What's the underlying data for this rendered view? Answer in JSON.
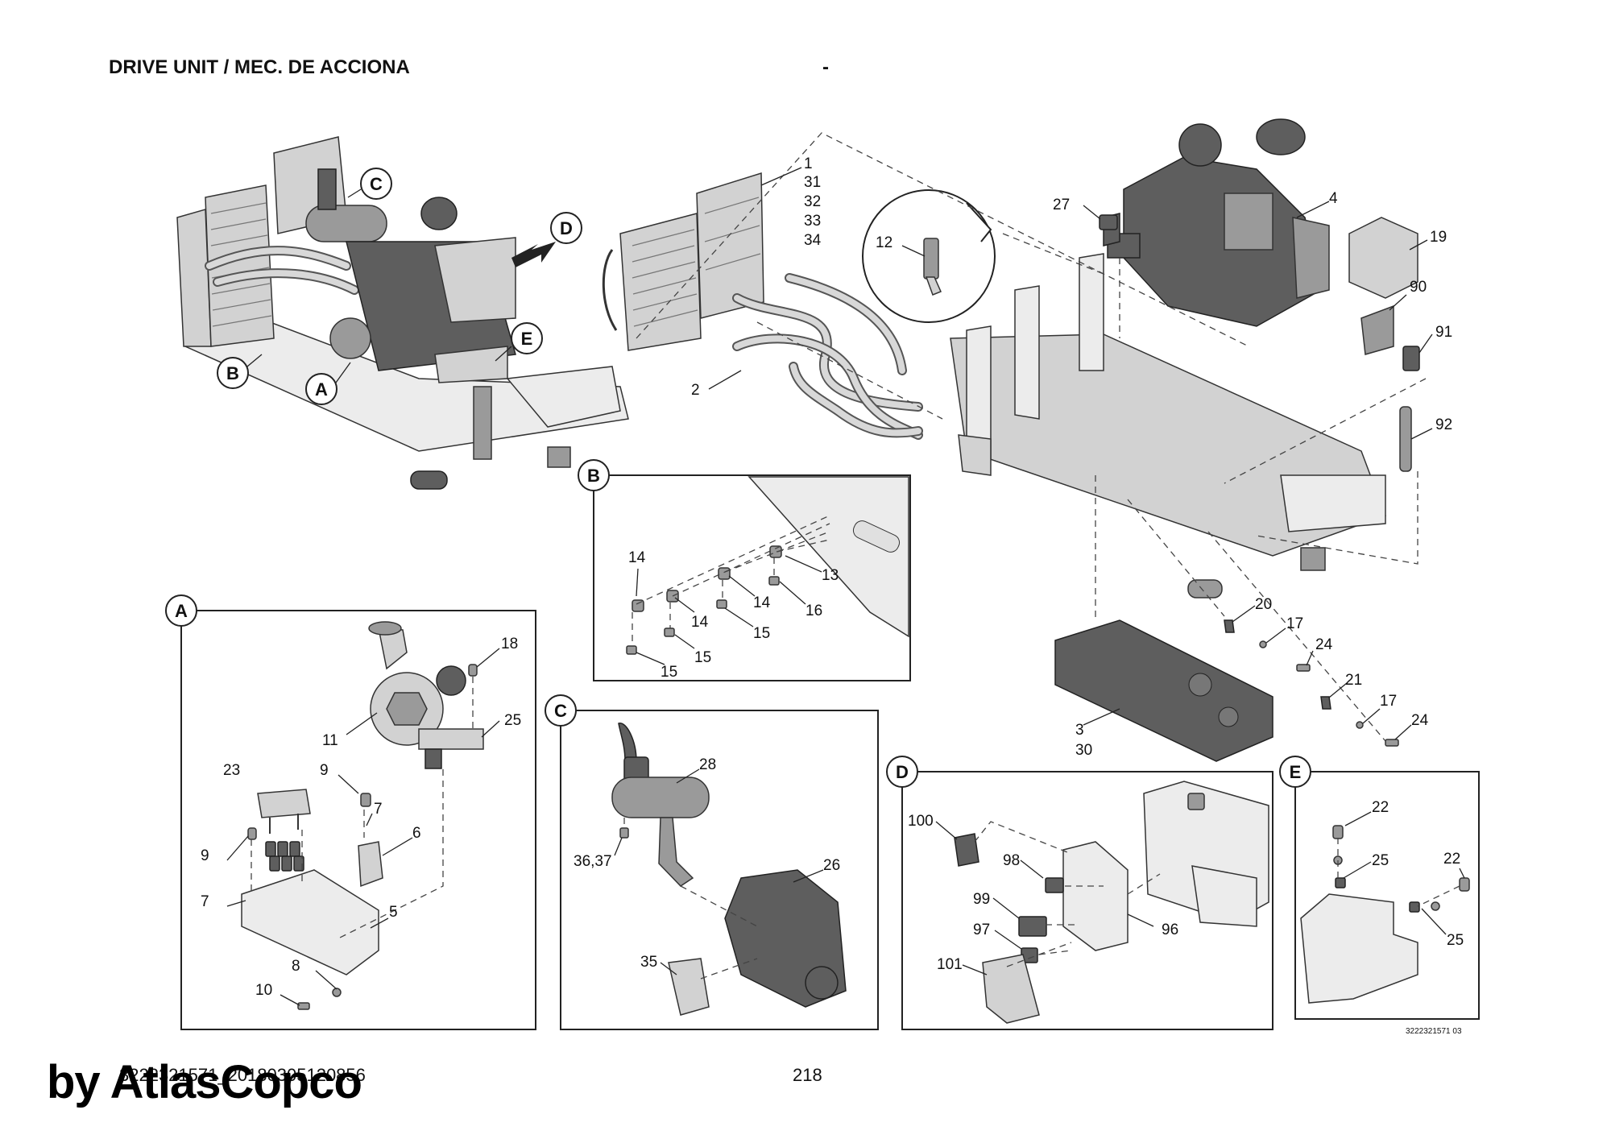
{
  "header": {
    "title": "DRIVE UNIT / MEC. DE ACCIONA",
    "dash": "-"
  },
  "footer": {
    "doc_id": "3222321571_20180305120856",
    "page": "218",
    "drawing_no": "3222321571 03"
  },
  "watermark": {
    "text": "by AtlasCopco"
  },
  "overview_letters": [
    "C",
    "D",
    "E",
    "B",
    "A"
  ],
  "detail_letters": {
    "a": "A",
    "b": "B",
    "c": "C",
    "d": "D",
    "e": "E"
  },
  "labels": {
    "top": [
      "1",
      "31",
      "32",
      "33",
      "34",
      "2",
      "12",
      "27",
      "4",
      "19",
      "90",
      "91",
      "92",
      "20",
      "17",
      "24",
      "21",
      "17",
      "24",
      "3",
      "30"
    ],
    "a": [
      "18",
      "25",
      "11",
      "23",
      "9",
      "7",
      "9",
      "6",
      "7",
      "5",
      "8",
      "10"
    ],
    "b": [
      "14",
      "13",
      "14",
      "14",
      "16",
      "15",
      "15",
      "15"
    ],
    "c": [
      "28",
      "36,37",
      "26",
      "35"
    ],
    "d": [
      "100",
      "98",
      "99",
      "97",
      "96",
      "101"
    ],
    "e": [
      "22",
      "25",
      "22",
      "25"
    ]
  }
}
